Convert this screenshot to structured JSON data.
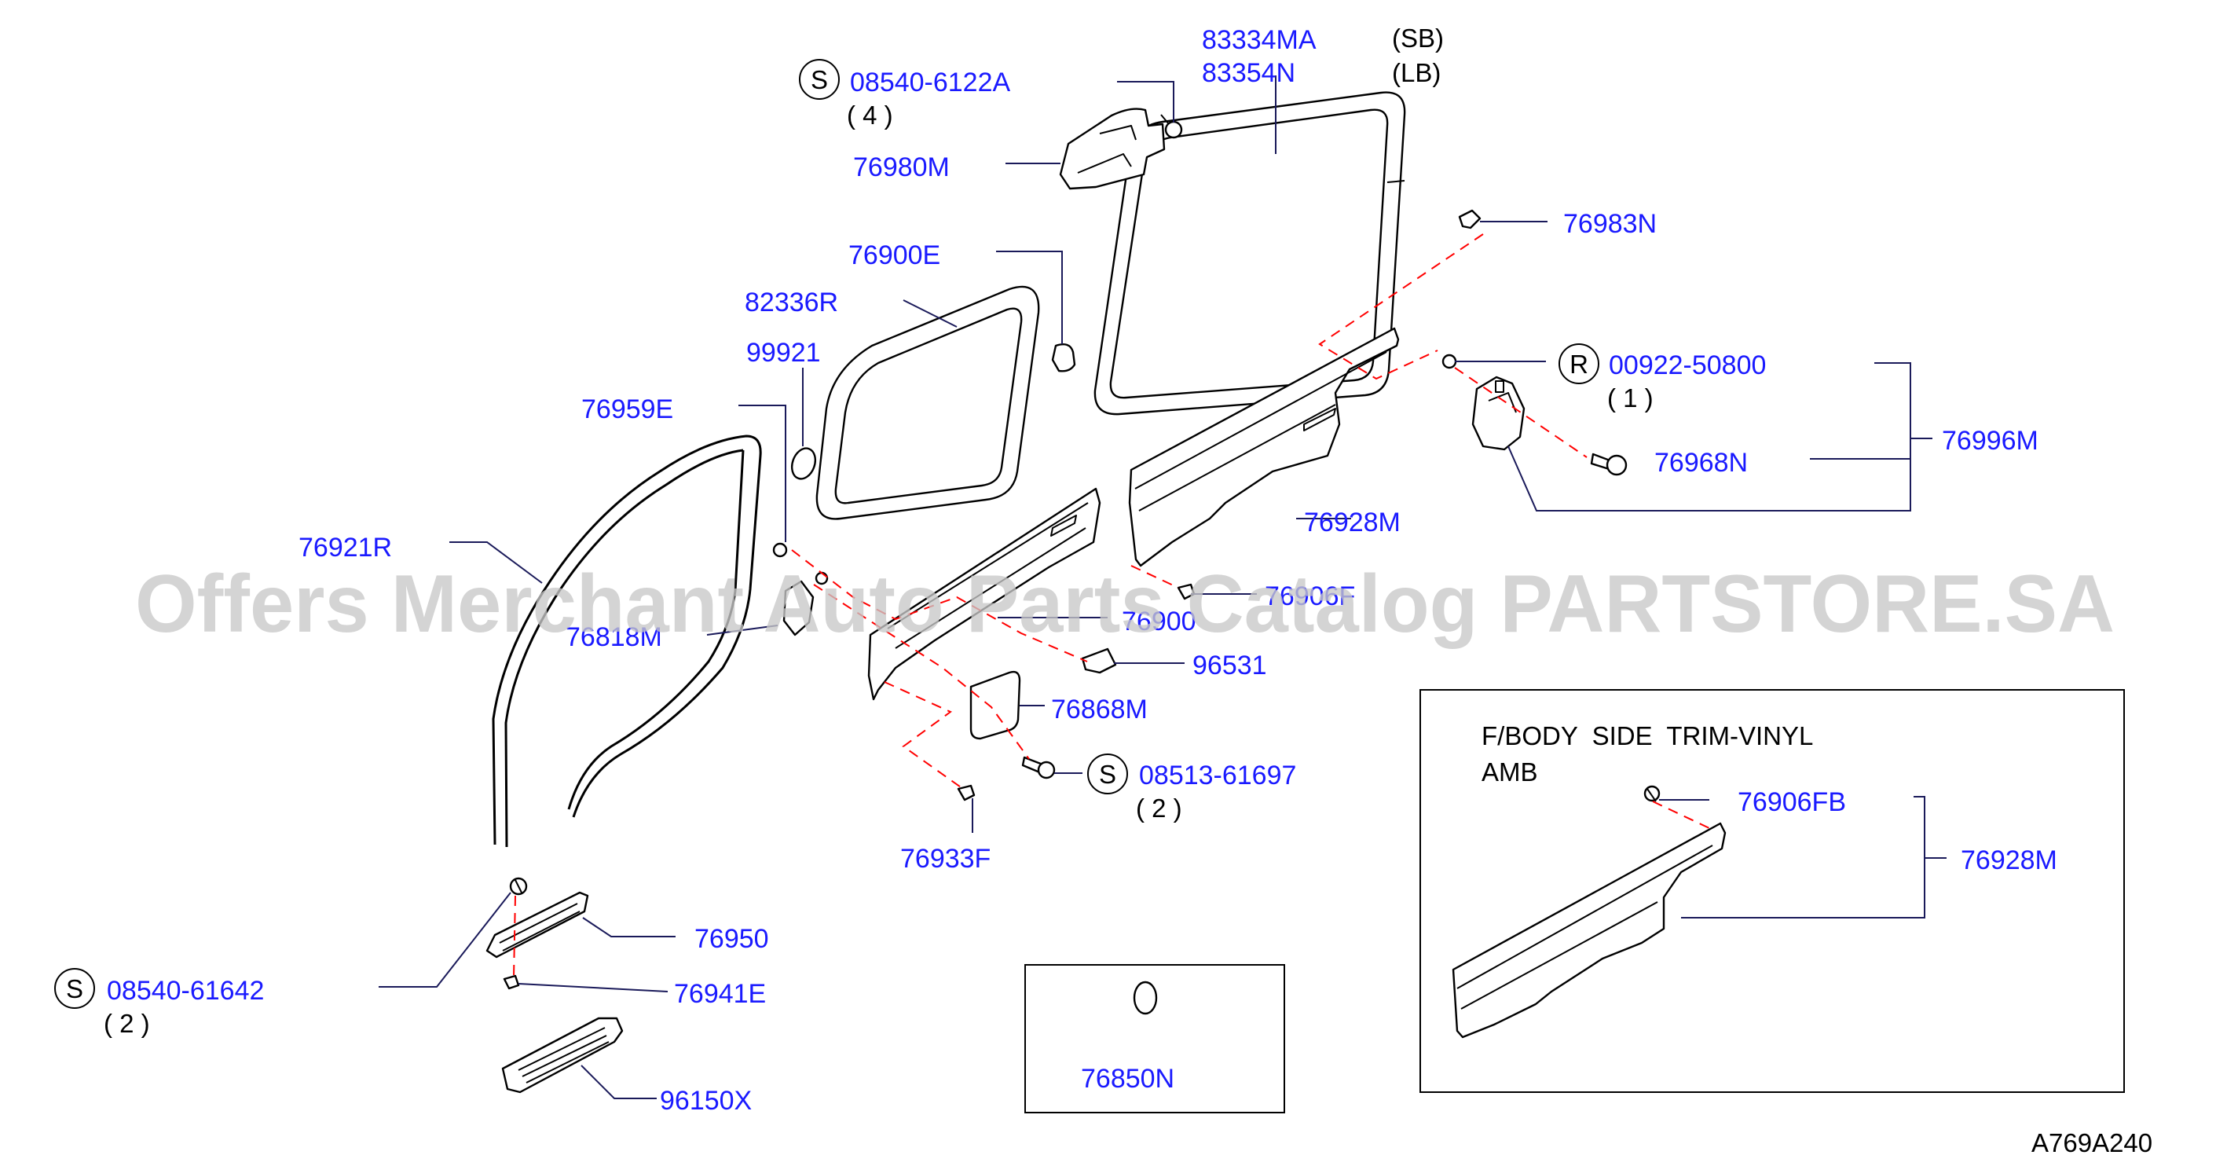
{
  "watermark": "Offers Merchant Auto Parts Catalog PARTSTORE.SA",
  "diagram_code": "A769A240",
  "parts": {
    "p83334MA": "83334MA",
    "p83354N": "83354N",
    "sb": "(SB)",
    "lb": "(LB)",
    "p08540_6122A": "08540-6122A",
    "qty4": "( 4 )",
    "p76980M": "76980M",
    "p76983N": "76983N",
    "p76900E": "76900E",
    "p82336R": "82336R",
    "p99921": "99921",
    "p00922_50800": "00922-50800",
    "qty1": "( 1 )",
    "p76959E": "76959E",
    "p76996M": "76996M",
    "p76968N": "76968N",
    "p76928M": "76928M",
    "p76921R": "76921R",
    "p76906F": "76906F",
    "p76900": "76900",
    "p76818M": "76818M",
    "p96531": "96531",
    "p76868M": "76868M",
    "p08513_61697": "08513-61697",
    "qty2a": "( 2 )",
    "p76933F": "76933F",
    "p76950": "76950",
    "p08540_61642": "08540-61642",
    "qty2b": "( 2 )",
    "p76941E": "76941E",
    "p96150X": "96150X",
    "p76850N": "76850N"
  },
  "inset": {
    "title_line1": "F/BODY  SIDE  TRIM-VINYL",
    "title_line2": "AMB",
    "p76906FB": "76906FB",
    "p76928M": "76928M"
  },
  "markers": {
    "s": "S",
    "r": "R"
  }
}
